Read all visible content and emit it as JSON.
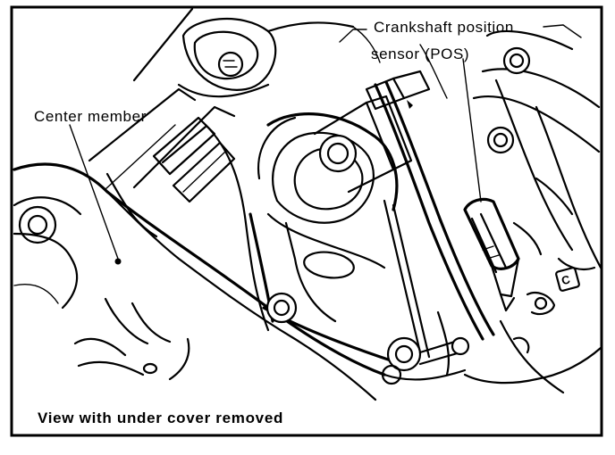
{
  "labels": {
    "crankshaft_line1": "Crankshaft position",
    "crankshaft_line2": "sensor (POS)",
    "center_member": "Center member",
    "caption": "View with under cover removed",
    "marker_c": "C"
  },
  "colors": {
    "ink": "#000000",
    "paper": "#ffffff"
  }
}
